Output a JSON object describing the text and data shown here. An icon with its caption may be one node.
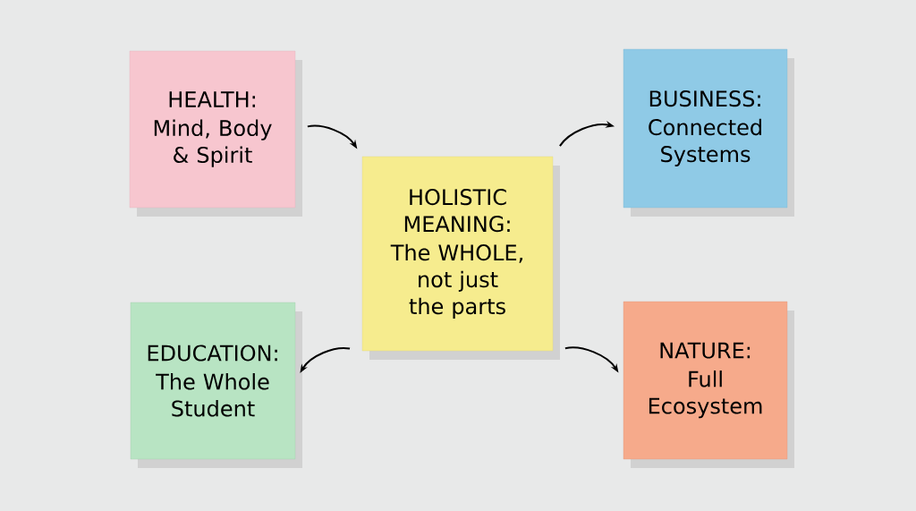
{
  "diagram": {
    "nodes": [
      {
        "text": [
          "HEALTH:",
          "Mind, Body & Spirit"
        ]
      },
      {
        "text": [
          "BUSINESS:",
          "Connected Systems"
        ]
      },
      {
        "text": [
          "HOLISTIC MEANING:",
          "The WHOLE, not just the parts"
        ]
      },
      {
        "text": [
          "EDUCATION:",
          "The Whole Student"
        ]
      },
      {
        "text": [
          "NATURE:",
          "Full Ecosystem"
        ]
      }
    ],
    "edges": [
      {
        "from": 0,
        "to": 2,
        "arrow": "to"
      },
      {
        "from": 2,
        "to": 1,
        "arrow": "to"
      },
      {
        "from": 2,
        "to": 3,
        "arrow": "to"
      },
      {
        "from": 2,
        "to": 4,
        "arrow": "to"
      }
    ]
  }
}
